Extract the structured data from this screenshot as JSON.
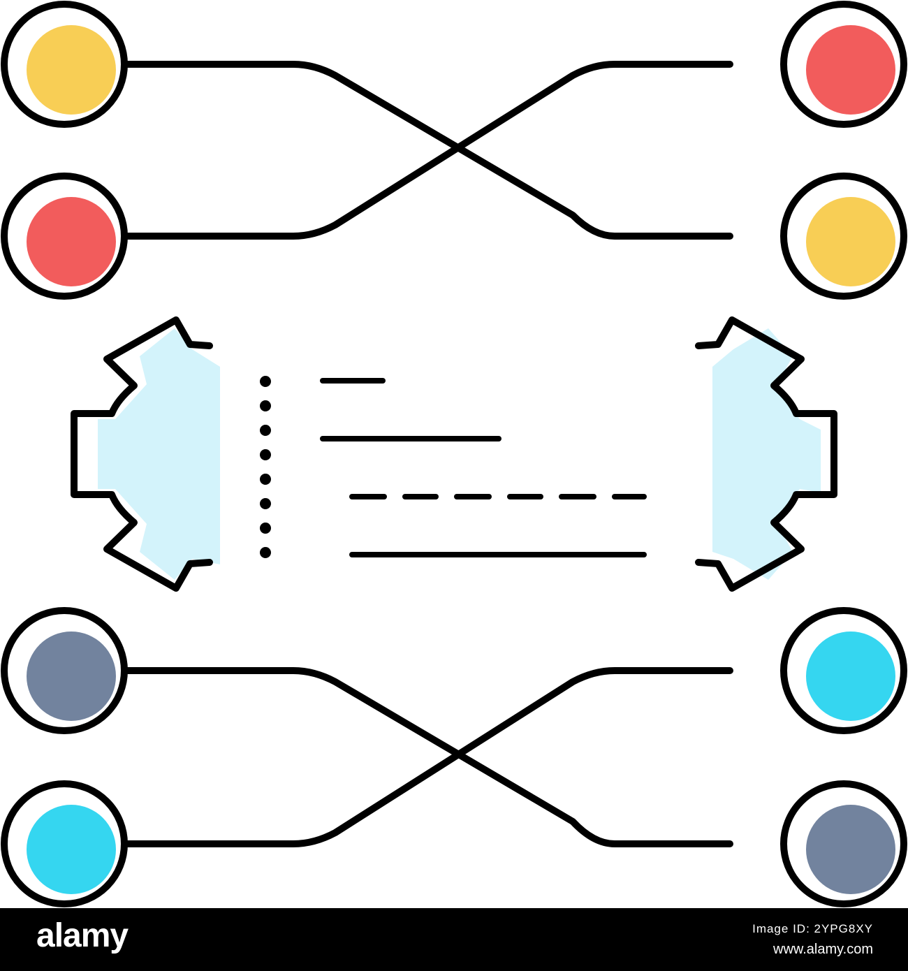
{
  "colors": {
    "yellow": "#F8CE55",
    "red": "#F25C5C",
    "slate": "#72839E",
    "cyan": "#35D6F0",
    "gear_fill": "#D3F3FB",
    "outline": "#000000",
    "footer_bg": "#000000"
  },
  "nodes": {
    "left": [
      "yellow",
      "red",
      "slate",
      "cyan"
    ],
    "right": [
      "red",
      "yellow",
      "cyan",
      "slate"
    ]
  },
  "footer": {
    "brand": "alamy",
    "image_id": "Image ID: 2YPG8XY",
    "site": "www.alamy.com"
  }
}
